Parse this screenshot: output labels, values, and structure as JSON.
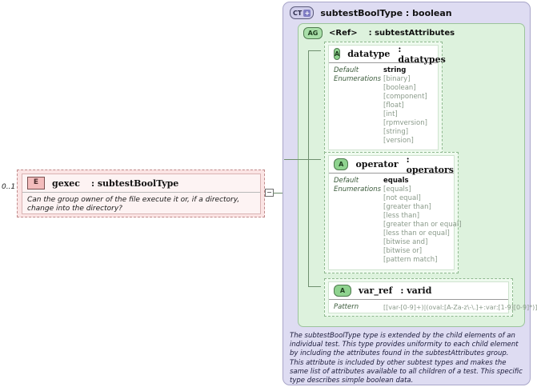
{
  "left_element": {
    "cardinality": "0..1",
    "badge": "E",
    "name": "gexec",
    "type": ": subtestBoolType",
    "documentation": "Can the group owner of the file execute it or, if a directory, change into the directory?"
  },
  "complex_type": {
    "badge": "CT",
    "badge_plus": "+",
    "title": "subtestBoolType : boolean",
    "documentation": "The subtestBoolType type is extended by the child elements of an individual test.  This type provides uniformity to each child element by including the attributes found in the subtestAttributes group.  This attribute is included by other subtest types and makes the same list of attributes available to all children of a test.  This specific type describes simple boolean data."
  },
  "attribute_group": {
    "badge": "AG",
    "ref": "<Ref>",
    "ref_type": ": subtestAttributes"
  },
  "attributes": [
    {
      "badge": "A",
      "name": "datatype",
      "type": ": datatypes",
      "facet_label_default": "Default",
      "facet_label_enumerations": "Enumerations",
      "default": "string",
      "enumerations": [
        "[binary]",
        "[boolean]",
        "[component]",
        "[float]",
        "[int]",
        "[rpmversion]",
        "[string]",
        "[version]"
      ]
    },
    {
      "badge": "A",
      "name": "operator",
      "type": ": operators",
      "facet_label_default": "Default",
      "facet_label_enumerations": "Enumerations",
      "default": "equals",
      "enumerations": [
        "[equals]",
        "[not equal]",
        "[greater than]",
        "[less than]",
        "[greater than or equal]",
        "[less than or equal]",
        "[bitwise and]",
        "[bitwise or]",
        "[pattern match]"
      ]
    },
    {
      "badge": "A",
      "name": "var_ref",
      "type": ": varid",
      "facet_label_pattern": "Pattern",
      "pattern": "[[var-[0-9]+)|(oval:[A-Za-z\\-\\.]+:var:[1-9][0-9]*)]"
    }
  ],
  "colors": {
    "element_fill": "#fbe4e4",
    "element_badge": "#f3bcbc",
    "complextype_fill": "#dedcf2",
    "attrgroup_fill": "#ddf2dd",
    "attr_fill": "#eefaee",
    "enum_text": "#8a9a8a"
  }
}
